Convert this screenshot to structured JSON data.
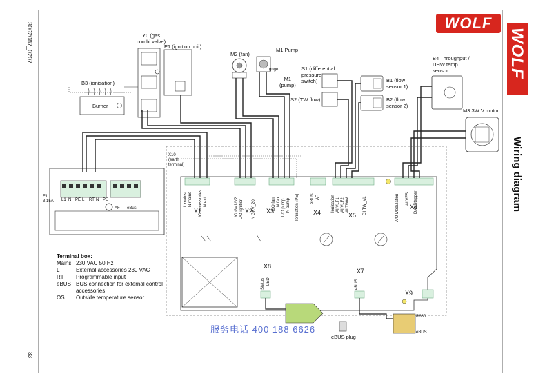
{
  "doc_code": "3062087_0207",
  "page_number": "33",
  "brand": "WOLF",
  "section_title": "Wiring diagram",
  "components": {
    "y0": "Y0 (gas\ncombi valve)",
    "e1": "E1 (ignition unit)",
    "m2": "M2 (fan)",
    "m1_pump_top": "M1 Pump",
    "m1": "M1\n(pump)",
    "gnge": "gnge",
    "s1": "S1 (differential\npressure\nswitch)",
    "s2": "S2 (TW flow)",
    "b1": "B1 (flow\nsensor 1)",
    "b2": "B2 (flow\nsensor 2)",
    "b4": "B4 Throughput /\nDHW temp.\nsensor",
    "m3": "M3 3W V motor",
    "b3": "B3 (ionisation)",
    "burner": "Burner",
    "x10": "X10\n(earth\nterminal)",
    "f1": "F1\n3.15A",
    "ebus_plug": "eBUS plug",
    "r680": "R680",
    "ebus_small": "eBUS"
  },
  "connectors": {
    "x1": "X1",
    "x1_labels": [
      "L mains",
      "N mains",
      "L/O accessories",
      "N ext."
    ],
    "x2": "X2",
    "x2_labels": [
      "L/O GV1/V2",
      "L/O ignition",
      "N GKV_20"
    ],
    "x3": "X3",
    "x3_labels": [
      "L/O fan",
      "N fan",
      "L/O pump",
      "N pump"
    ],
    "ionisation": "Ionisation (PE)",
    "x4": "X4",
    "x4_labels": [
      "eBUS",
      "AF"
    ],
    "x5": "X5",
    "x5_labels": [
      "Ionisation",
      "AI VLF1",
      "AI VLF2",
      "AI TWW",
      "DI TW_VL"
    ],
    "x6": "X6",
    "x6_labels": [
      "A/O Modulation",
      "AI VFS",
      "D/O Stepper"
    ],
    "x7": "X7",
    "x7_label": "eBUS",
    "x8": "X8",
    "x8_labels": [
      "Status",
      "LED"
    ],
    "x9": "X9"
  },
  "terminal_strip": {
    "left_labels": [
      "L1",
      "N",
      "PE",
      "L",
      "RT",
      "N",
      "PE"
    ],
    "right_labels": [
      "AF",
      "eBus"
    ]
  },
  "legend": {
    "title": "Terminal box:",
    "rows": [
      {
        "key": "Mains",
        "value": "230 VAC 50  Hz"
      },
      {
        "key": "L",
        "value": "External accessories 230 VAC"
      },
      {
        "key": "RT",
        "value": "Programmable input"
      },
      {
        "key": "eBUS",
        "value": "BUS connection for external control accessories"
      },
      {
        "key": "OS",
        "value": "Outside temperature sensor"
      }
    ]
  },
  "watermark": "服务电话  400   188   6626",
  "colors": {
    "brand_red": "#d7261e",
    "wire": "#222222",
    "board_fill": "#d9f0df",
    "board_stroke": "#6fae86",
    "watermark": "#3a55c8"
  }
}
